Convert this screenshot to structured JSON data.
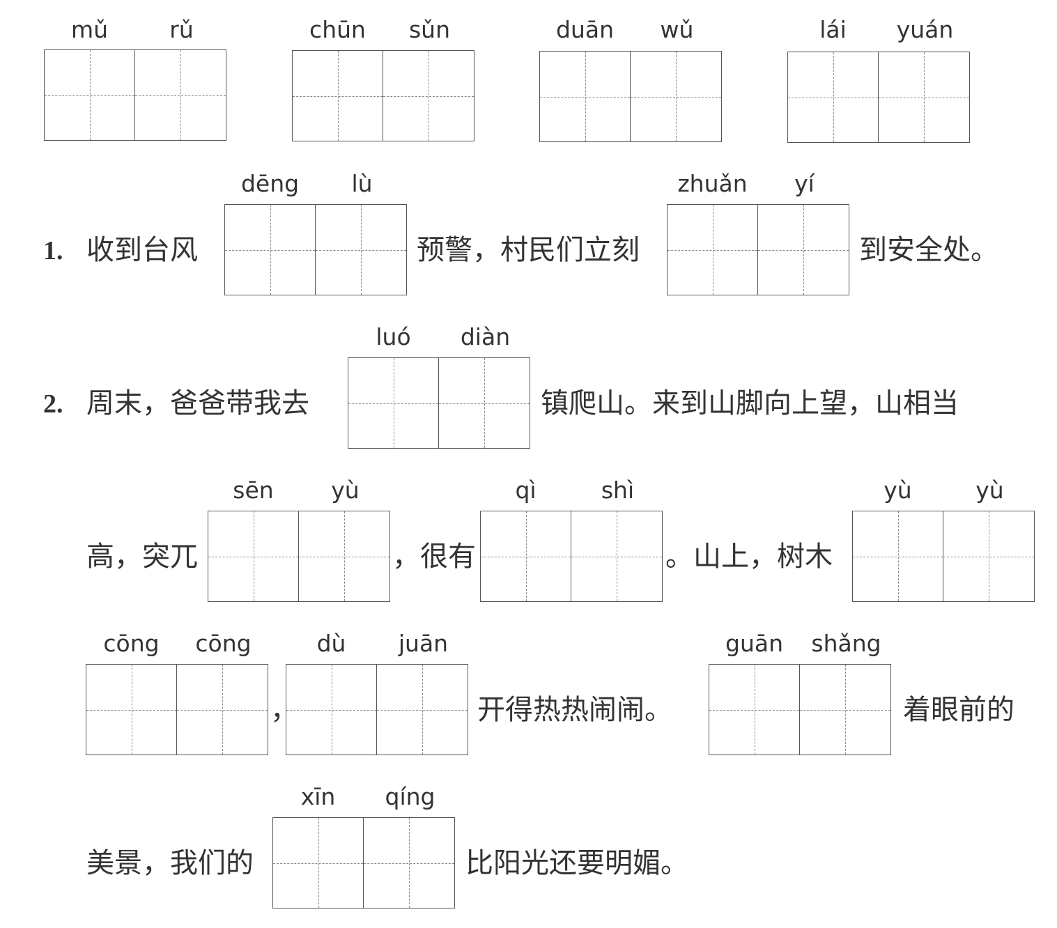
{
  "top_row": [
    {
      "syllables": [
        "mǔ",
        "rǔ"
      ]
    },
    {
      "syllables": [
        "chūn",
        "sǔn"
      ]
    },
    {
      "syllables": [
        "duān",
        "wǔ"
      ]
    },
    {
      "syllables": [
        "lái",
        "yuán"
      ]
    }
  ],
  "q1": {
    "number": "1.",
    "t1": "收到台风",
    "box1": [
      "dēng",
      "lù"
    ],
    "t2": "预警，村民们立刻",
    "box2": [
      "zhuǎn",
      "yí"
    ],
    "t3": "到安全处。"
  },
  "q2": {
    "number": "2.",
    "t1": "周末，爸爸带我去",
    "box1": [
      "luó",
      "diàn"
    ],
    "t2": "镇爬山。来到山脚向上望，山相当",
    "t3": "高，突兀",
    "box2": [
      "sēn",
      "yù"
    ],
    "t4": "，很有",
    "box3": [
      "qì",
      "shì"
    ],
    "t5": "。山上，树木",
    "box4": [
      "yù",
      "yù"
    ],
    "box5": [
      "cōng",
      "cōng"
    ],
    "t6": "，",
    "box6": [
      "dù",
      "juān"
    ],
    "t7": "开得热热闹闹。",
    "box7": [
      "guān",
      "shǎng"
    ],
    "t8": "着眼前的",
    "t9": "美景，我们的",
    "box8": [
      "xīn",
      "qíng"
    ],
    "t10": "比阳光还要明媚。"
  }
}
